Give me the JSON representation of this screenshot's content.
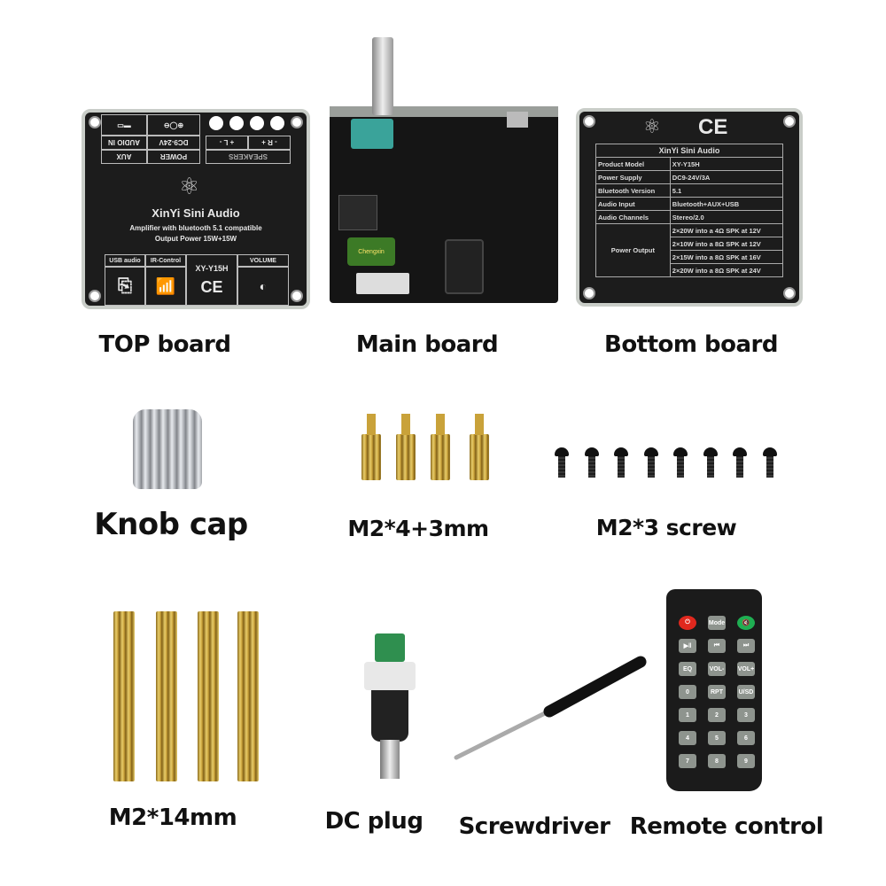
{
  "labels": {
    "top": "TOP board",
    "main": "Main board",
    "bottom": "Bottom board",
    "knob": "Knob cap",
    "standoff_short": "M2*4+3mm",
    "screw": "M2*3 screw",
    "standoff_long": "M2*14mm",
    "dc": "DC plug",
    "screwdriver": "Screwdriver",
    "remote": "Remote control"
  },
  "top_board": {
    "aux": "AUX",
    "audio_in": "AUDIO IN",
    "power": "POWER",
    "dc": "DC9-24V",
    "speakers": "SPEAKERS",
    "left": "+ L -",
    "right": "- R +",
    "brand": "XinYi Sini Audio",
    "line1": "Amplifier with bluetooth 5.1 compatible",
    "line2": "Output Power 15W+15W",
    "usb": "USB audio",
    "ir": "IR-Control",
    "model": "XY-Y15H",
    "ce": "CE",
    "volume": "VOLUME"
  },
  "bottom_board": {
    "ce": "CE",
    "brand": "XinYi Sini Audio",
    "rows": [
      [
        "Product Model",
        "XY-Y15H"
      ],
      [
        "Power Supply",
        "DC9-24V/3A"
      ],
      [
        "Bluetooth Version",
        "5.1"
      ],
      [
        "Audio Input",
        "Bluetooth+AUX+USB"
      ],
      [
        "Audio Channels",
        "Stereo/2.0"
      ]
    ],
    "power_label": "Power Output",
    "power_rows": [
      "2×20W into a 4Ω SPK at 12V",
      "2×10W into a 8Ω SPK at 12V",
      "2×15W into a 8Ω SPK at 16V",
      "2×20W into a 8Ω SPK at 24V"
    ]
  },
  "main_board": {
    "cap_text": "Chengxin"
  },
  "remote": {
    "keys": [
      "⏻",
      "Mode",
      "🔇",
      "▶‖",
      "⏮",
      "⏭",
      "EQ",
      "VOL-",
      "VOL+",
      "0",
      "RPT",
      "U/SD",
      "1",
      "2",
      "3",
      "4",
      "5",
      "6",
      "7",
      "8",
      "9"
    ]
  }
}
